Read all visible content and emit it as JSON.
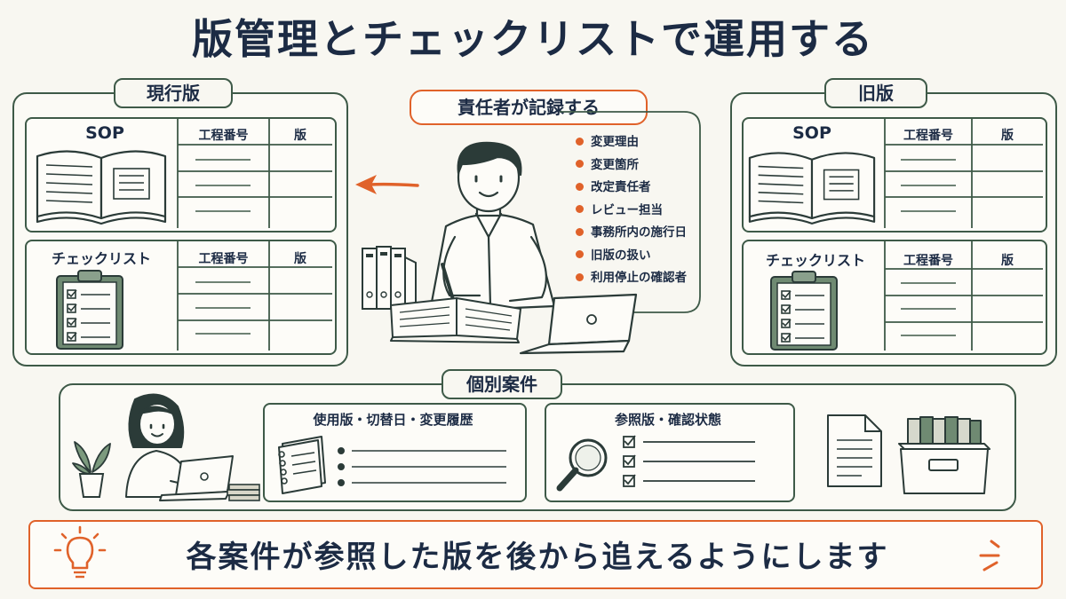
{
  "title": "版管理とチェックリストで運用する",
  "current_version": {
    "label": "現行版",
    "sop": {
      "title": "SOP",
      "col_process": "工程番号",
      "col_version": "版"
    },
    "checklist": {
      "title": "チェックリスト",
      "col_process": "工程番号",
      "col_version": "版"
    }
  },
  "old_version": {
    "label": "旧版",
    "sop": {
      "title": "SOP",
      "col_process": "工程番号",
      "col_version": "版"
    },
    "checklist": {
      "title": "チェックリスト",
      "col_process": "工程番号",
      "col_version": "版"
    }
  },
  "responsible": {
    "label": "責任者が記録する",
    "items": [
      "変更理由",
      "変更箇所",
      "改定責任者",
      "レビュー担当",
      "事務所内の施行日",
      "旧版の扱い",
      "利用停止の確認者"
    ]
  },
  "cases": {
    "label": "個別案件",
    "usage_title": "使用版・切替日・変更履歴",
    "reference_title": "参照版・確認状態"
  },
  "footer": {
    "text": "各案件が参照した版を後から追えるようにします"
  },
  "colors": {
    "ink": "#1c2b44",
    "frame": "#3e5a48",
    "accent": "#e0622a",
    "paper": "#f8f7f1"
  },
  "icons": [
    "open-book-icon",
    "clipboard-checklist-icon",
    "binders-icon",
    "laptop-icon",
    "notebook-icon",
    "magnifier-icon",
    "document-icon",
    "archive-box-icon",
    "lightbulb-icon",
    "plant-icon",
    "arrow-left-icon"
  ]
}
